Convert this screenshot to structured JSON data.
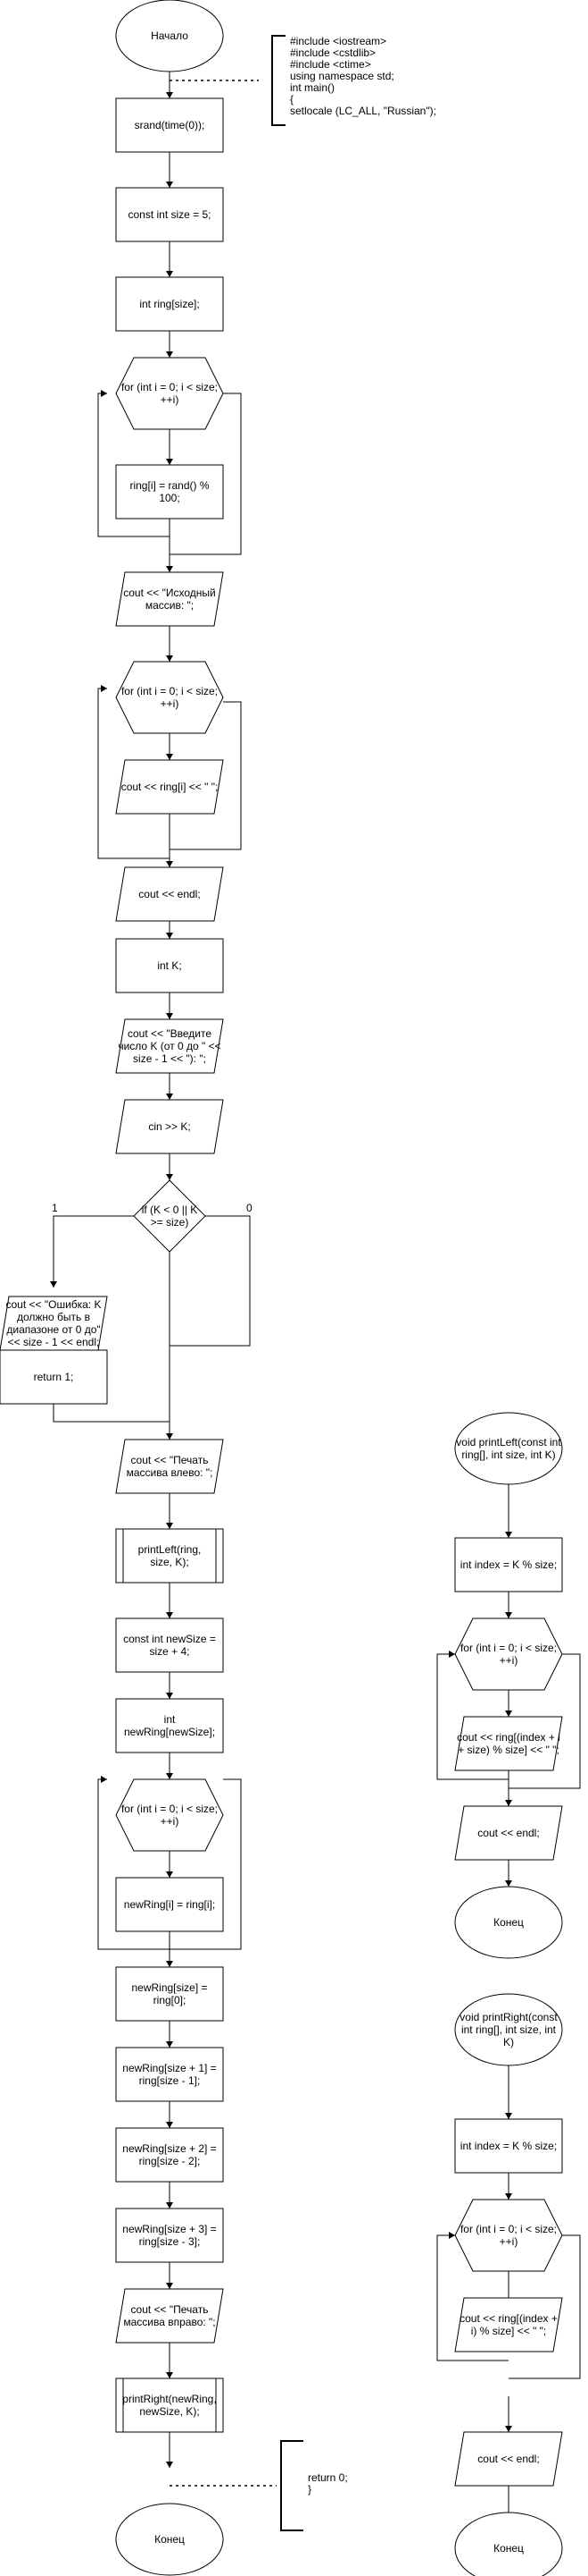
{
  "nodes": {
    "start_main": [
      "Начало"
    ],
    "srand": [
      "srand(time(0));"
    ],
    "const_size": [
      "const int size = 5;"
    ],
    "ring_decl": [
      "int ring[size];"
    ],
    "for1": [
      "for (int i = 0; i < size;",
      "++i)"
    ],
    "rand_assign": [
      "ring[i] = rand() %",
      "100;"
    ],
    "out_source": [
      "cout << \"Исходный",
      "массив: \";"
    ],
    "for2": [
      "for (int i = 0; i < size;",
      "++i)"
    ],
    "out_ring": [
      "cout << ring[i] << \" \";"
    ],
    "out_endl1": [
      "cout << endl;"
    ],
    "int_k": [
      "int K;"
    ],
    "prompt_k": [
      "cout << \"Введите",
      "число K (от 0 до \" <<",
      "size - 1 << \"): \";"
    ],
    "cin_k": [
      "cin >> K;"
    ],
    "cond_k": [
      "if (K < 0 || K",
      ">= size)"
    ],
    "out_error": [
      "cout << \"Ошибка: K",
      "должно быть в",
      "диапазоне от 0 до\"",
      "<< size - 1 << endl;"
    ],
    "return1": [
      "return 1;"
    ],
    "out_left": [
      "cout << \"Печать",
      "массива влево: \";"
    ],
    "call_left": [
      "printLeft(ring,",
      "size, K);"
    ],
    "new_size": [
      "const int newSize =",
      "size + 4;"
    ],
    "new_ring": [
      "int",
      "newRing[newSize];"
    ],
    "for3": [
      "for (int i = 0; i < size;",
      "++i)"
    ],
    "copy_ring": [
      "newRing[i] = ring[i];"
    ],
    "nr0": [
      "newRing[size] =",
      "ring[0];"
    ],
    "nr1": [
      "newRing[size + 1] =",
      "ring[size - 1];"
    ],
    "nr2": [
      "newRing[size + 2] =",
      "ring[size - 2];"
    ],
    "nr3": [
      "newRing[size + 3] =",
      "ring[size - 3];"
    ],
    "out_right": [
      "cout << \"Печать",
      "массива вправо: \";"
    ],
    "call_right": [
      "printRight(newRing,",
      "newSize, K);"
    ],
    "end_main": [
      "Конец"
    ],
    "pl_start": [
      "void printLeft(const int",
      "ring[], int size, int K)"
    ],
    "pl_index": [
      "int index = K % size;"
    ],
    "pl_for": [
      "for (int i = 0; i < size;",
      "++i)"
    ],
    "pl_out": [
      "cout << ring[(index + i",
      "+ size) % size] << \" \";"
    ],
    "pl_endl": [
      "cout << endl;"
    ],
    "pl_end": [
      "Конец"
    ],
    "pr_start": [
      "void printRight(const",
      "int ring[], int size, int",
      "K)"
    ],
    "pr_index": [
      "int index = K % size;"
    ],
    "pr_for": [
      "for (int i = 0; i < size;",
      "++i)"
    ],
    "pr_out": [
      "cout << ring[(index +",
      "i) % size] << \" \";"
    ],
    "pr_endl": [
      "cout << endl;"
    ],
    "pr_end": [
      "Конец"
    ]
  },
  "annotations": {
    "header": [
      "#include <iostream>",
      "#include <cstdlib>",
      "#include <ctime>",
      "using namespace std;",
      "int main()",
      "{",
      "    setlocale (LC_ALL, \"Russian\");"
    ],
    "footer": [
      "return 0;",
      "}"
    ]
  },
  "branch_labels": {
    "yes": "1",
    "no": "0"
  }
}
